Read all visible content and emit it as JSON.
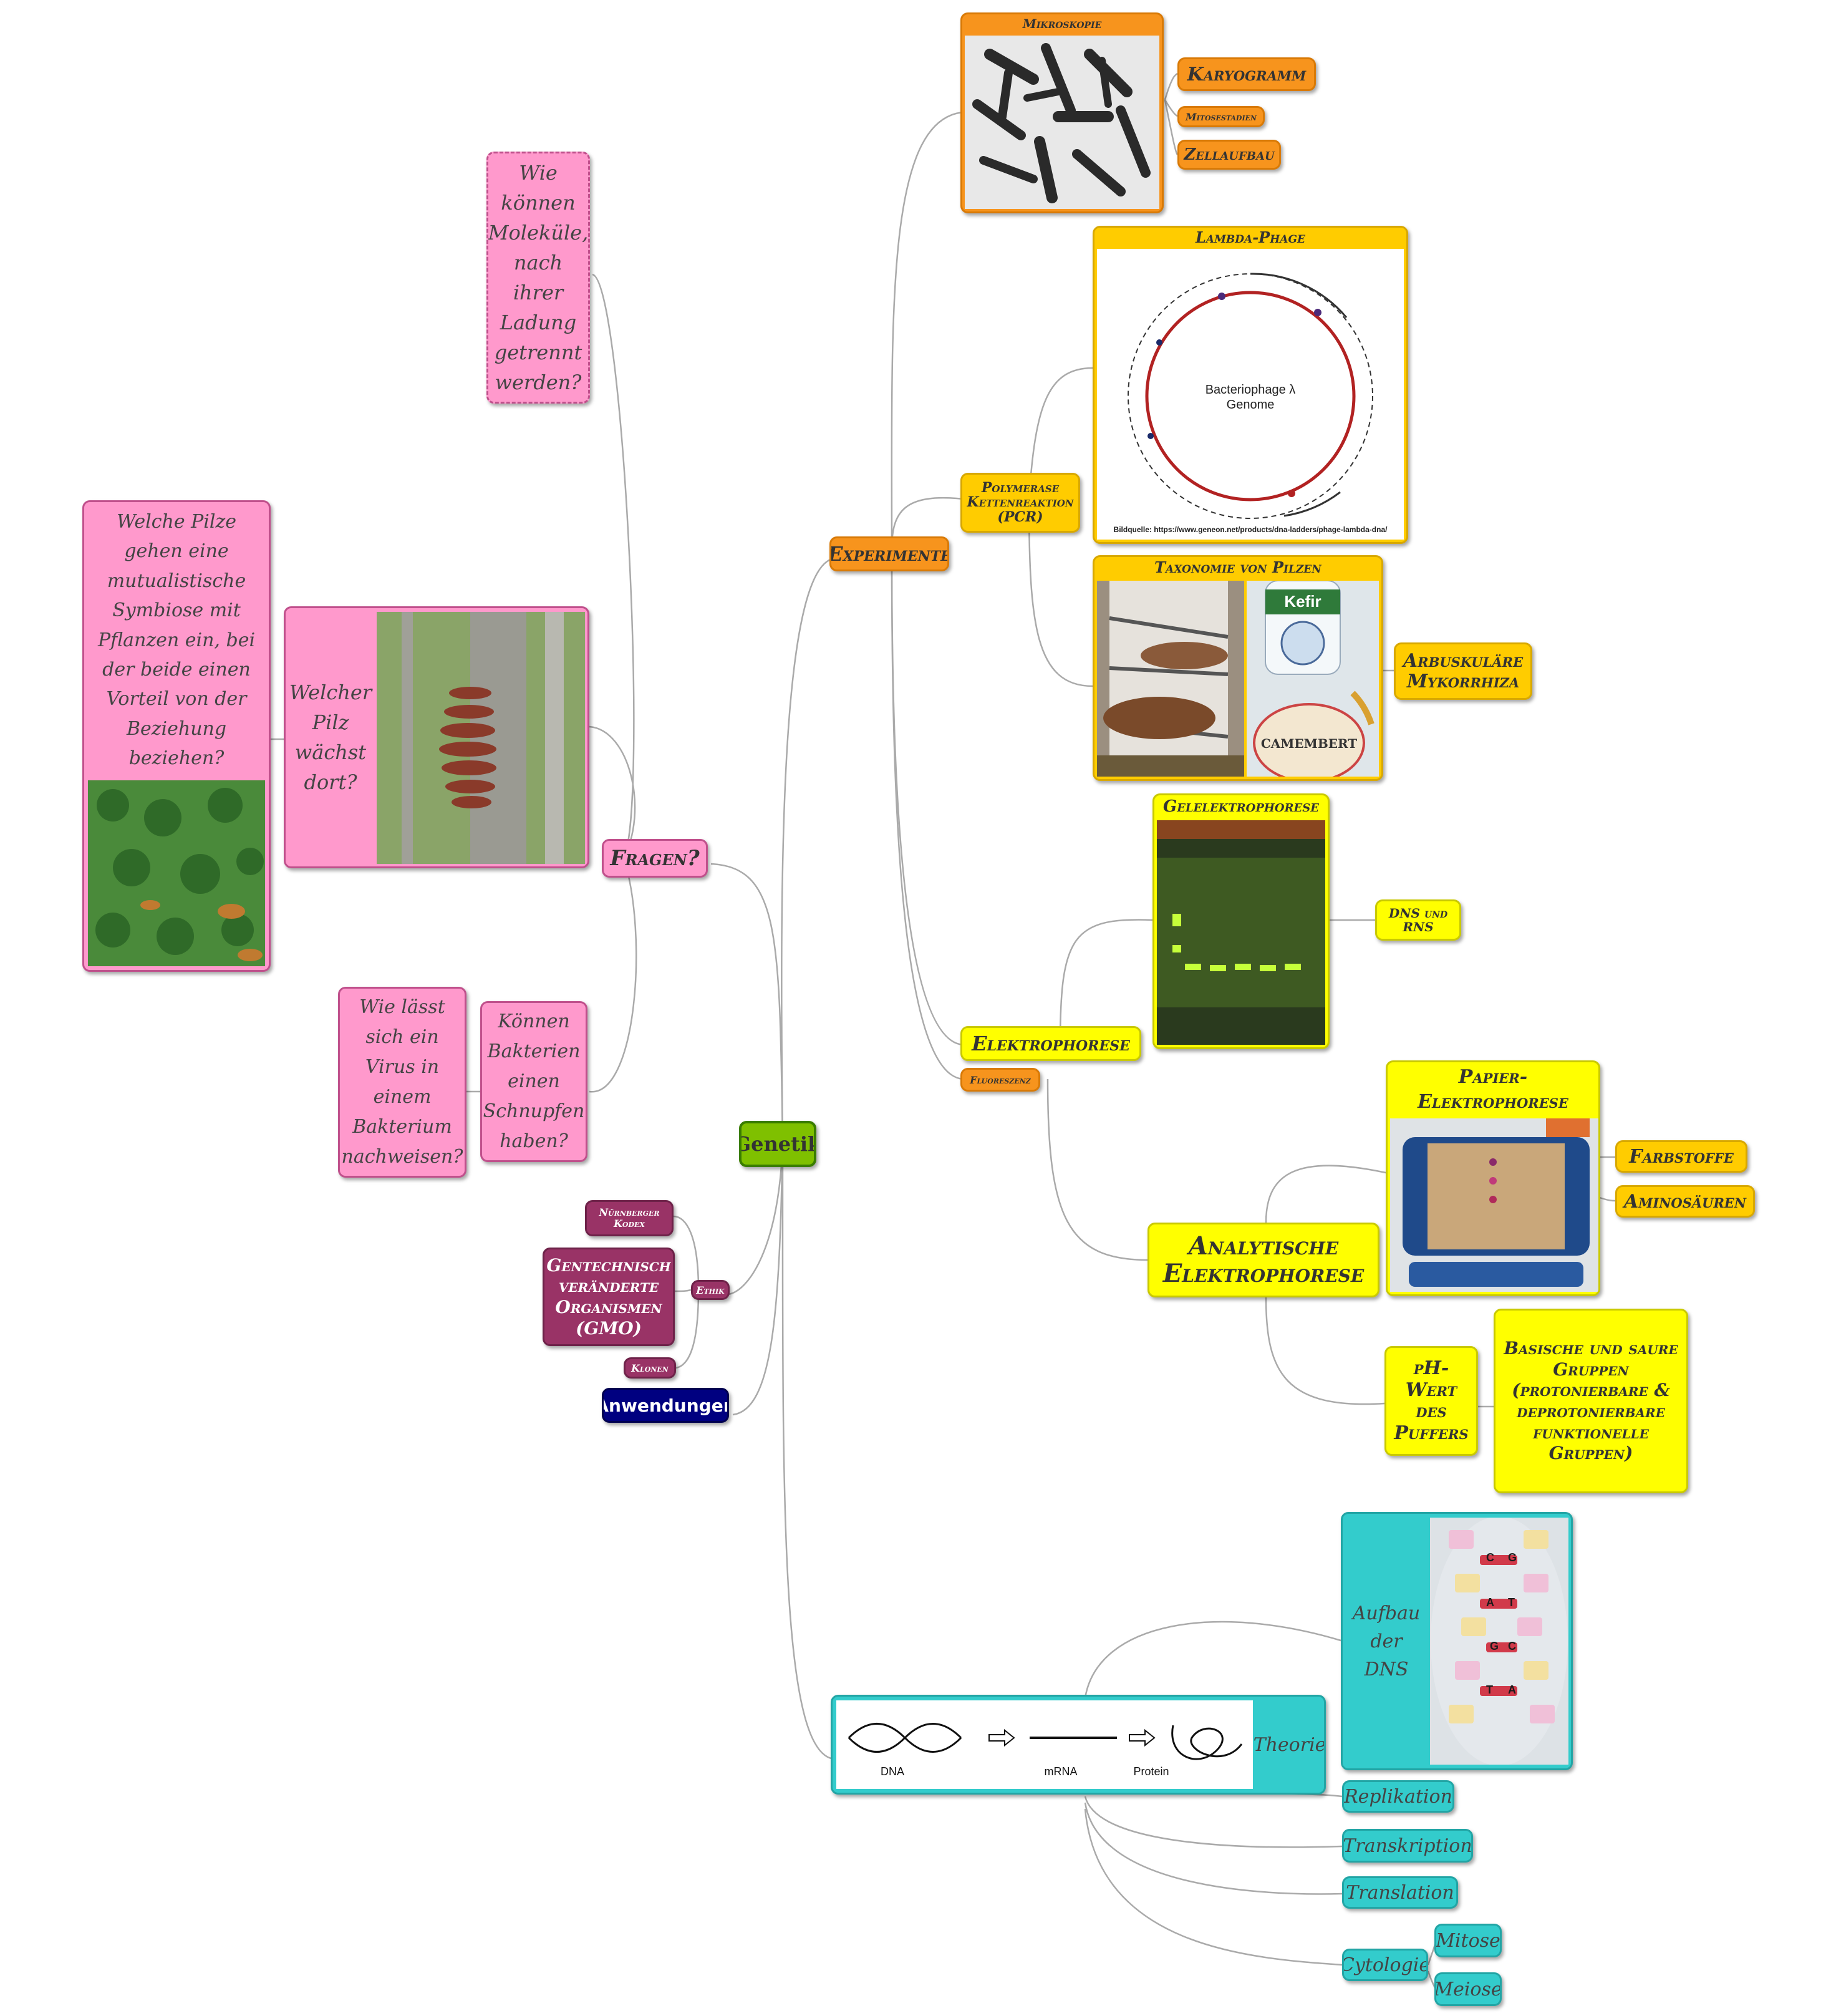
{
  "center": {
    "label": "Genetik"
  },
  "experimente": {
    "label": "Experimente",
    "mikroskopie": {
      "label": "Mikroskopie",
      "children": [
        "Karyogramm",
        "Mitosestadien",
        "Zellaufbau"
      ]
    },
    "lambda": {
      "label": "Lambda-Phage",
      "genome_label_1": "Bacteriophage λ",
      "genome_label_2": "Genome",
      "source": "Bildquelle: https://www.geneon.net/products/dna-ladders/phage-lambda-dna/"
    },
    "pcr": {
      "label": "Polymerase Kettenreaktion (PCR)"
    },
    "pilze": {
      "label": "Taxonomie von Pilzen",
      "kefir_brand": "Kefir",
      "camembert": "CAMEMBERT",
      "child": "Arbuskuläre Mykorrhiza"
    },
    "gel": {
      "label": "Gelelektrophorese",
      "child": "DNS und RNS"
    },
    "elektrophorese": {
      "label": "Elektrophorese"
    },
    "fluoreszenz": {
      "label": "Fluoreszenz"
    },
    "papier": {
      "label": "Papier-Elektrophorese",
      "children": [
        "Farbstoffe",
        "Aminosäuren"
      ]
    },
    "analytisch": {
      "label": "Analytische Elektrophorese"
    },
    "ph": {
      "label": "pH-Wert des Puffers"
    },
    "basisch": {
      "label": "Basische und saure Gruppen (protonierbare & deprotonierbare funktionelle Gruppen)"
    }
  },
  "fragen": {
    "label": "Fragen?",
    "molekuele": "Wie können Moleküle, nach ihrer Ladung getrennt werden?",
    "symbiose": "Welche Pilze gehen eine mutualistische Symbiose mit Pflanzen ein, bei der beide einen Vorteil von der Beziehung beziehen?",
    "pilz": "Welcher Pilz wächst dort?",
    "bakterien": "Können Bakterien einen Schnupfen haben?",
    "virus": "Wie lässt sich ein Virus in einem Bakterium nachweisen?"
  },
  "ethik": {
    "label": "Ethik",
    "children": [
      "Nürnberger Kodex",
      "Gentechnisch veränderte Organismen (GMO)",
      "Klonen"
    ]
  },
  "anwendungen": {
    "label": "Anwendungen"
  },
  "theorie": {
    "label": "Theorie",
    "dna_caption": "DNA",
    "mrna_caption": "mRNA",
    "protein_caption": "Protein",
    "dns": {
      "label": "Aufbau der DNS",
      "bases": [
        "C",
        "G",
        "A",
        "T",
        "G",
        "C",
        "T",
        "A"
      ]
    },
    "children": [
      "Replikation",
      "Transkription",
      "Translation"
    ],
    "cytologie": {
      "label": "Cytologie",
      "children": [
        "Mitose",
        "Meiose"
      ]
    }
  },
  "colors": {
    "orange": "#f7941d",
    "yellow": "#ffff00",
    "gold": "#ffcc00",
    "pink": "#ff99cc",
    "teal": "#33cccc",
    "plum": "#993366",
    "navy": "#000080",
    "green": "#7fc000"
  }
}
